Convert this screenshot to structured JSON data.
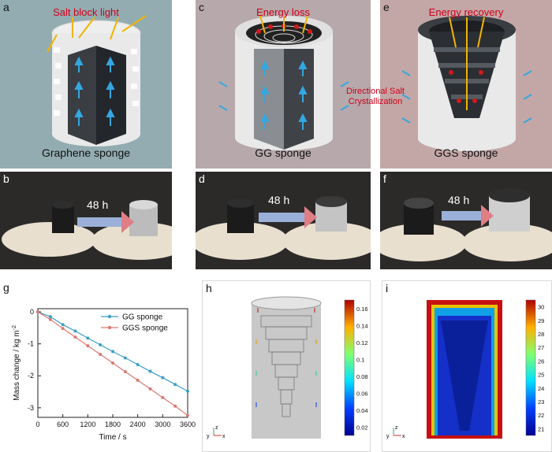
{
  "panels": {
    "a": {
      "label": "a",
      "title": "Salt block light",
      "caption": "Graphene sponge"
    },
    "c": {
      "label": "c",
      "title": "Energy loss",
      "caption": "GG sponge"
    },
    "e": {
      "label": "e",
      "title": "Energy recovery",
      "caption": "GGS sponge",
      "annotation_line1": "Directional Salt",
      "annotation_line2": "Crystallization"
    },
    "b": {
      "label": "b",
      "time": "48 h"
    },
    "d": {
      "label": "d",
      "time": "48 h"
    },
    "f": {
      "label": "f",
      "time": "48 h"
    },
    "h": {
      "label": "h"
    },
    "i": {
      "label": "i"
    }
  },
  "colors": {
    "panel_a_bg": "#93acb1",
    "panel_c_bg": "#b7a8ab",
    "panel_e_bg": "#c3a7a6",
    "gg_series": "#3c9fc5",
    "ggs_series": "#d97a72"
  },
  "chart_data": {
    "type": "line",
    "label": "g",
    "xlabel": "Time / s",
    "ylabel": "Mass change / kg m",
    "ylabel_sup": "-2",
    "xlim": [
      0,
      3600
    ],
    "ylim": [
      -3.3,
      0.1
    ],
    "xticks": [
      0,
      600,
      1200,
      1800,
      2400,
      3000,
      3600
    ],
    "yticks": [
      0,
      -1,
      -2,
      -3
    ],
    "x": [
      0,
      300,
      600,
      900,
      1200,
      1500,
      1800,
      2100,
      2400,
      2700,
      3000,
      3300,
      3600
    ],
    "series": [
      {
        "name": "GG sponge",
        "color": "#3c9fc5",
        "values": [
          0,
          -0.15,
          -0.4,
          -0.6,
          -0.82,
          -1.03,
          -1.24,
          -1.44,
          -1.65,
          -1.86,
          -2.06,
          -2.27,
          -2.48
        ]
      },
      {
        "name": "GGS sponge",
        "color": "#d97a72",
        "values": [
          0,
          -0.24,
          -0.52,
          -0.79,
          -1.06,
          -1.33,
          -1.6,
          -1.87,
          -2.14,
          -2.41,
          -2.68,
          -2.95,
          -3.24
        ]
      }
    ],
    "legend": "top-right"
  },
  "colorbar_h": {
    "ticks": [
      "0.16",
      "0.14",
      "0.12",
      "0.1",
      "0.08",
      "0.06",
      "0.04",
      "0.02"
    ]
  },
  "colorbar_i": {
    "ticks": [
      "30",
      "29",
      "28",
      "27",
      "26",
      "25",
      "24",
      "23",
      "22",
      "21"
    ]
  },
  "axes_triad": {
    "z": "z",
    "y": "y",
    "x": "x"
  }
}
